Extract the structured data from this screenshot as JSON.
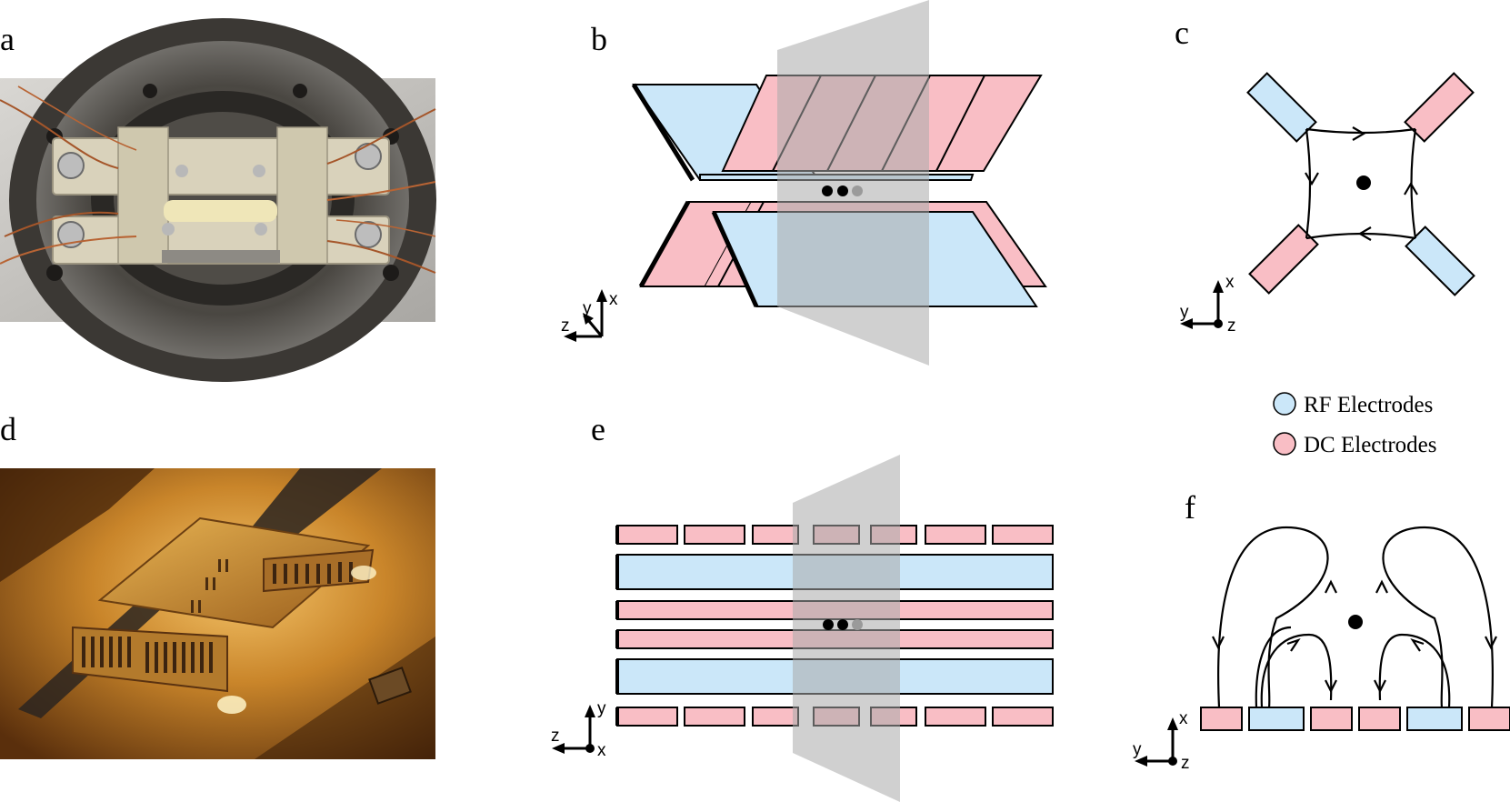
{
  "panels": {
    "a": "a",
    "b": "b",
    "c": "c",
    "d": "d",
    "e": "e",
    "f": "f"
  },
  "axes": {
    "b": {
      "x": "x",
      "y": "y",
      "z": "z"
    },
    "c": {
      "x": "x",
      "y": "y",
      "z": "z"
    },
    "e": {
      "x": "x",
      "y": "y",
      "z": "z"
    },
    "f": {
      "x": "x",
      "y": "y",
      "z": "z"
    }
  },
  "legend": {
    "rf": "RF Electrodes",
    "dc": "DC Electrodes"
  },
  "colors": {
    "rf_electrode": "#cbe7f9",
    "dc_electrode": "#f9bec5",
    "plane": "#a9a9a9",
    "outline": "#000000"
  },
  "photos": {
    "a_icon": "vacuum-flange-trap-photo",
    "d_icon": "gold-chip-trap-photo"
  }
}
